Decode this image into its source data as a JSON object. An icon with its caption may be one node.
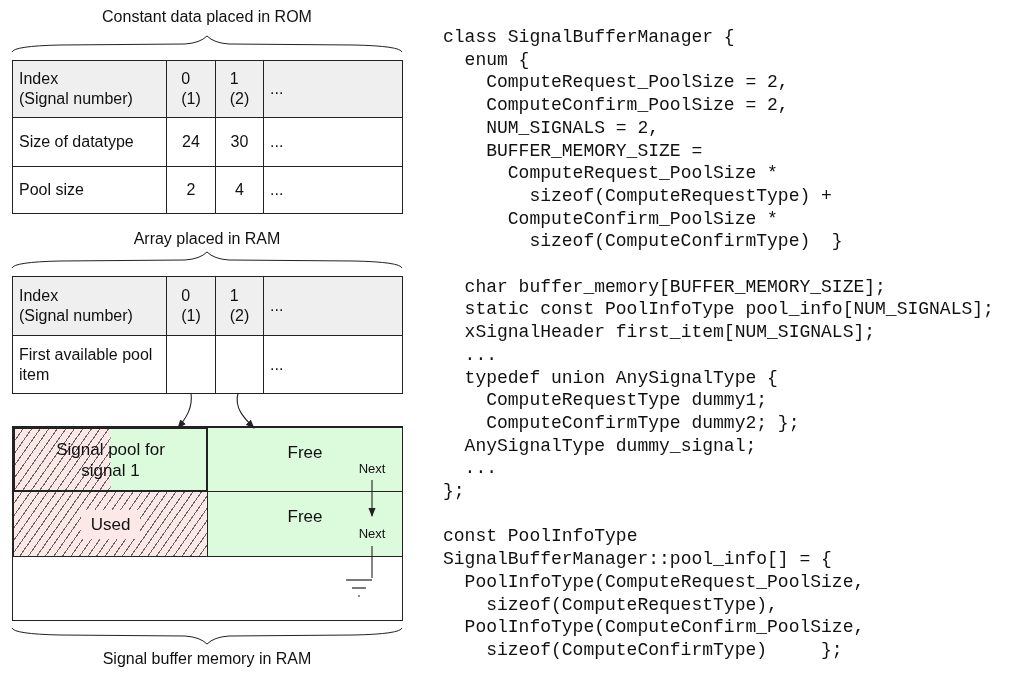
{
  "diagram": {
    "nodes": [
      {
        "text": [],
        "shape": "box"
      },
      {
        "text": [],
        "shape": "box"
      },
      {
        "text": [],
        "shape": "box"
      },
      {
        "text": [
          "Signal pool for signal 1"
        ],
        "in": 2
      },
      {
        "text": [
          "Free"
        ],
        "in": 2
      },
      {
        "text": [
          "Used"
        ],
        "in": 2
      },
      {
        "text": [
          "Free"
        ],
        "in": 2
      },
      {
        "text": [],
        "shape": "ground",
        "in": 2
      }
    ],
    "edges": [
      {
        "from": 0,
        "to": 3,
        "arrow": "to"
      },
      {
        "from": 1,
        "to": 4,
        "arrow": "to"
      },
      {
        "from": 4,
        "to": 6,
        "arrow": "to",
        "label": "Next"
      },
      {
        "from": 6,
        "to": 7,
        "arrow": "none",
        "label": "Next"
      }
    ],
    "labels": [
      "Constant data placed in ROM",
      "Index (Signal number)",
      "0 (1)",
      "1 (2)",
      "...",
      "Size of datatype",
      "24",
      "30",
      "...",
      "Pool size",
      "2",
      "4",
      "...",
      "Array placed in RAM",
      "Index (Signal number)",
      "0 (1)",
      "1 (2)",
      "...",
      "First available pool item",
      "...",
      "Signal buffer memory in RAM",
      "class SignalBufferManager {",
      "enum {",
      "ComputeRequest_PoolSize = 2,",
      "ComputeConfirm_PoolSize = 2,",
      "NUM_SIGNALS = 2,",
      "BUFFER_MEMORY_SIZE =",
      "ComputeRequest_PoolSize *",
      "sizeof(ComputeRequestType) +",
      "ComputeConfirm_PoolSize *",
      "sizeof(ComputeConfirmType)  }",
      "char buffer_memory[BUFFER_MEMORY_SIZE];",
      "static const PoolInfoType pool_info[NUM_SIGNALS];",
      "xSignalHeader first_item[NUM_SIGNALS];",
      "...",
      "typedef union AnySignalType {",
      "ComputeRequestType dummy1;",
      "ComputeConfirmType dummy2; };",
      "AnySignalType dummy_signal;",
      "...",
      "};",
      "const PoolInfoType",
      "SignalBufferManager::pool_info[] = {",
      "PoolInfoType(ComputeRequest_PoolSize,",
      "sizeof(ComputeRequestType),",
      "PoolInfoType(ComputeConfirm_PoolSize,",
      "sizeof(ComputeConfirmType)     };"
    ]
  }
}
